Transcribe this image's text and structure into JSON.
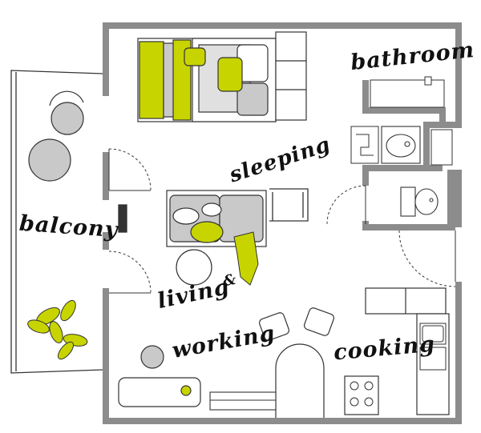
{
  "labels": {
    "bathroom": "bathroom",
    "sleeping": "sleeping",
    "balcony": "balcony",
    "living": "living",
    "ampersand": "&",
    "working": "working",
    "cooking": "cooking"
  },
  "colors": {
    "wall": "#8c8c8c",
    "accent": "#c8d400",
    "furniture_fill": "#c9c9c9",
    "line": "#333333"
  }
}
